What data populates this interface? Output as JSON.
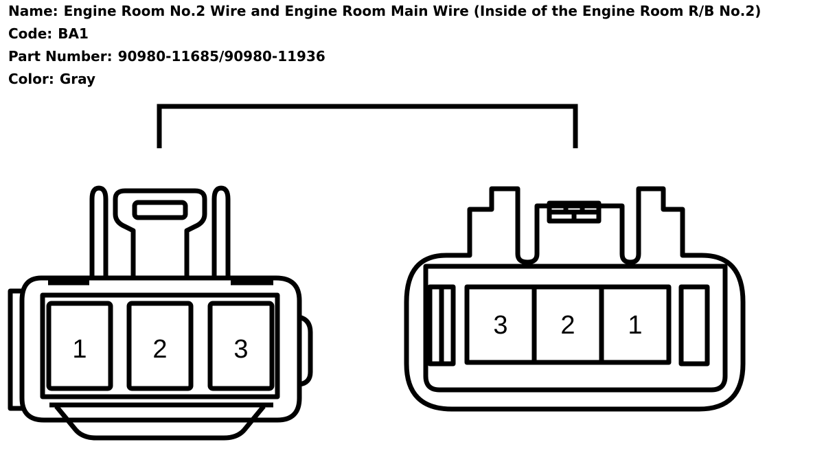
{
  "header": {
    "name_label": "Name:",
    "name_value": "Engine Room No.2 Wire and Engine Room Main Wire (Inside of the Engine Room R/B No.2)",
    "code_label": "Code:",
    "code_value": "BA1",
    "part_label": "Part Number:",
    "part_value": "90980-11685/90980-11936",
    "color_label": "Color:",
    "color_value": "Gray"
  },
  "connectors": {
    "left": {
      "pins": [
        "1",
        "2",
        "3"
      ]
    },
    "right": {
      "pins": [
        "3",
        "2",
        "1"
      ]
    }
  }
}
